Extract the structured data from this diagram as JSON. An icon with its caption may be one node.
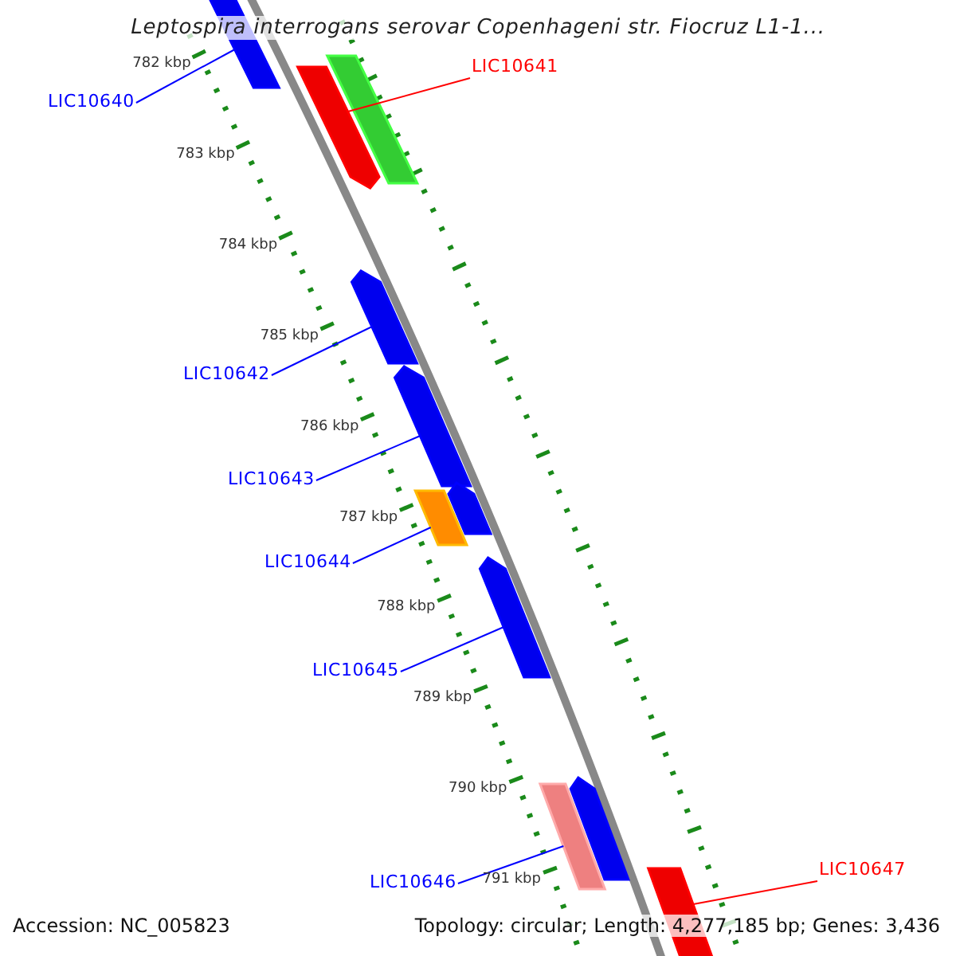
{
  "diagram": {
    "title": "Leptospira interrogans serovar Copenhageni str. Fiocruz L1-1...",
    "nodes": [
      {
        "text": [
          "LIC10640"
        ]
      },
      {
        "text": [
          "LIC10641"
        ]
      },
      {
        "text": [
          "LIC10642"
        ]
      },
      {
        "text": [
          "LIC10643"
        ]
      },
      {
        "text": [
          "LIC10644"
        ]
      },
      {
        "text": [
          "LIC10645"
        ]
      },
      {
        "text": [
          "LIC10646"
        ]
      },
      {
        "text": [
          "LIC10647"
        ]
      },
      {
        "text": [],
        "shape": "bar"
      },
      {
        "text": [],
        "shape": "bar"
      },
      {
        "text": [],
        "shape": "bar"
      },
      {
        "text": [],
        "shape": "bar"
      },
      {
        "text": [],
        "shape": "bar"
      },
      {
        "text": [],
        "shape": "bar"
      },
      {
        "text": [],
        "shape": "bar"
      },
      {
        "text": [],
        "shape": "bar"
      },
      {
        "text": [],
        "shape": "bar"
      },
      {
        "text": [],
        "shape": "bar"
      },
      {
        "text": [],
        "shape": "bar"
      }
    ],
    "edges": [
      {
        "from": 0,
        "to": 8,
        "arrow": "none"
      },
      {
        "from": 1,
        "to": 9,
        "arrow": "none",
        "color": "#ff0000"
      },
      {
        "from": 2,
        "to": 11,
        "arrow": "none"
      },
      {
        "from": 3,
        "to": 12,
        "arrow": "none"
      },
      {
        "from": 4,
        "to": 13,
        "arrow": "none"
      },
      {
        "from": 5,
        "to": 15,
        "arrow": "none"
      },
      {
        "from": 6,
        "to": 16,
        "arrow": "none"
      },
      {
        "from": 7,
        "to": 18,
        "arrow": "none",
        "color": "#ff0000"
      }
    ],
    "labels": [
      "782 kbp",
      "783 kbp",
      "784 kbp",
      "785 kbp",
      "786 kbp",
      "787 kbp",
      "788 kbp",
      "789 kbp",
      "790 kbp",
      "791 kbp",
      "Accession: NC_005823",
      "Topology: circular; Length: 4,277,185 bp; Genes: 3,436"
    ]
  }
}
